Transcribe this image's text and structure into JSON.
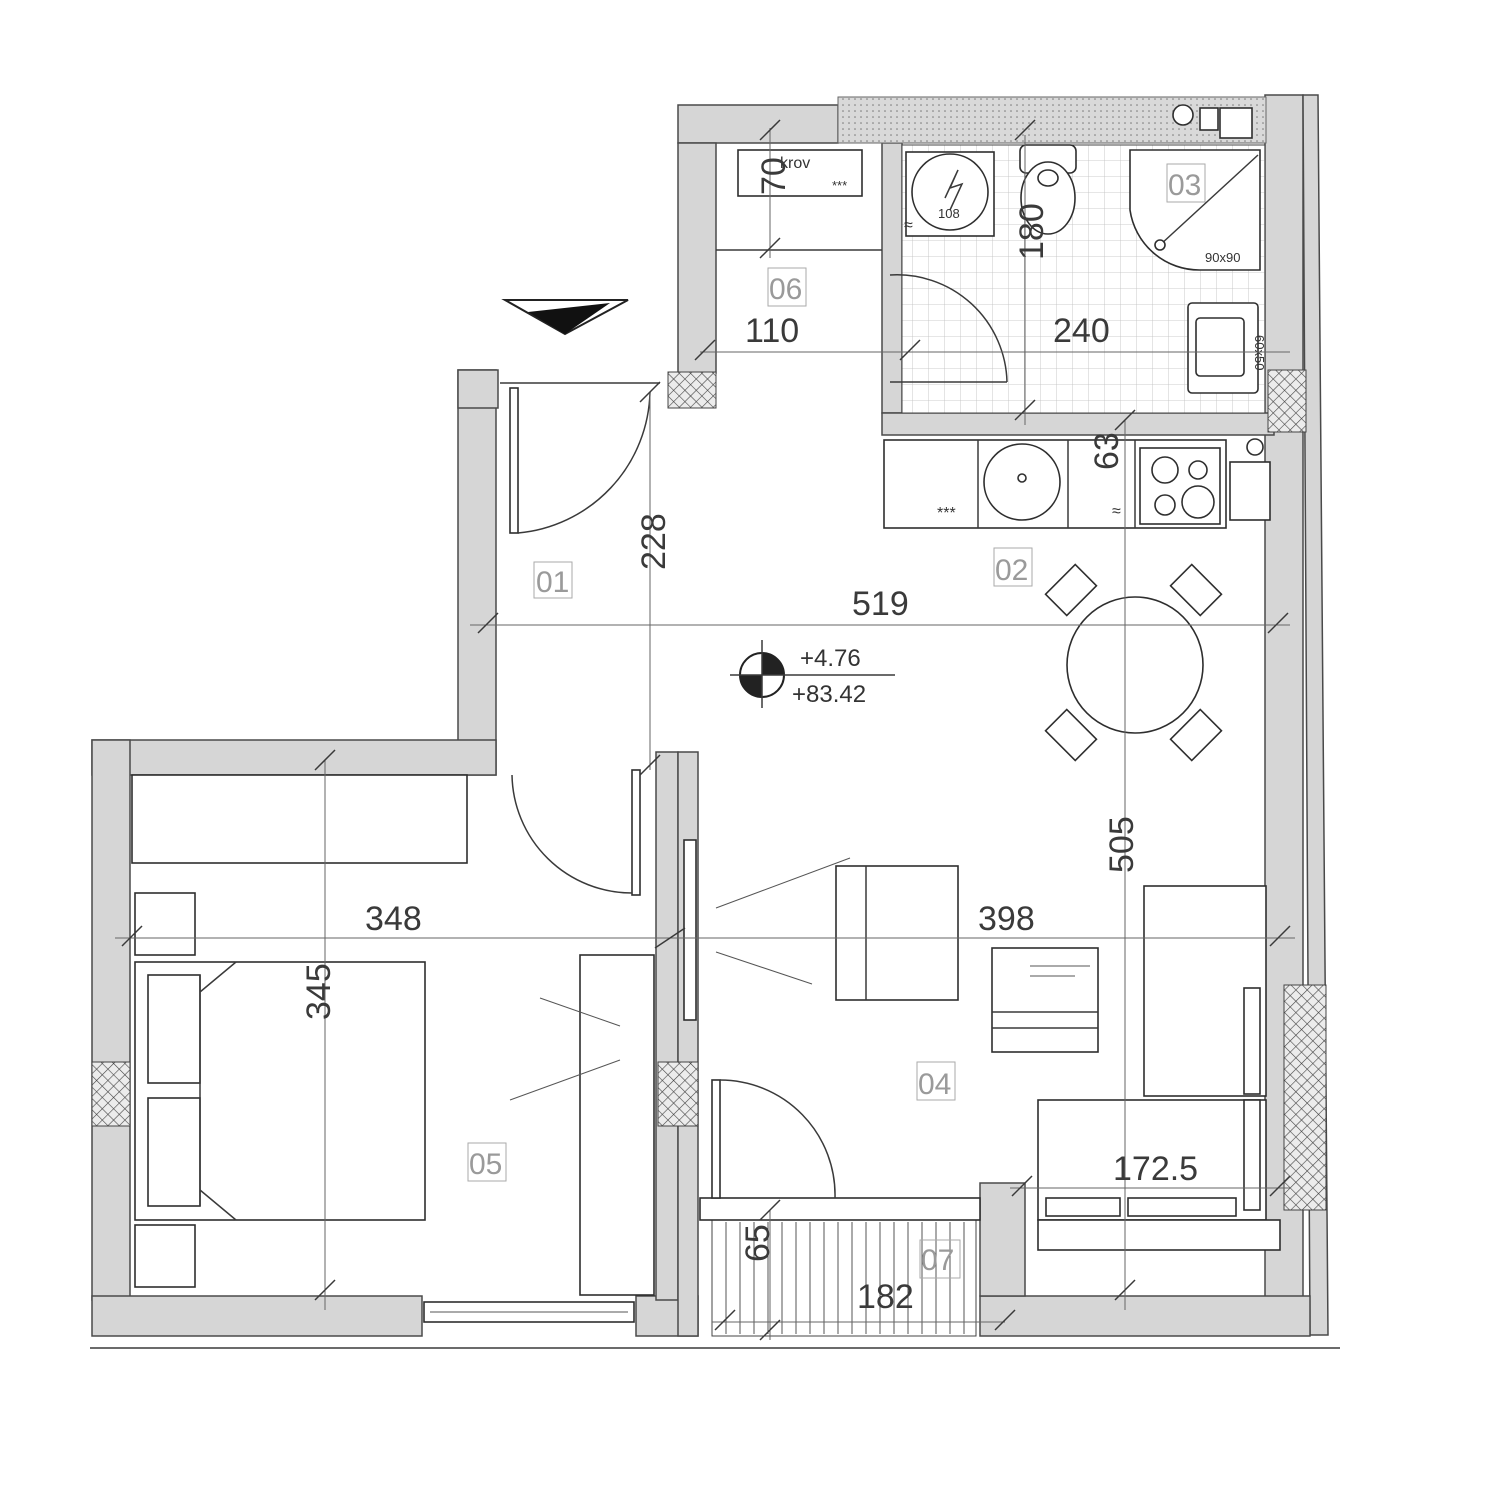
{
  "plan": {
    "dimensions": {
      "wc_width": "110",
      "wc_height": "70",
      "bath_width": "240",
      "bath_height": "180",
      "entry_height": "228",
      "kitchen_depth": "63",
      "living_width": "519",
      "living_depth": "505",
      "bedroom_width": "348",
      "bedroom_height": "345",
      "living_lower_width": "398",
      "sofa_width": "172.5",
      "balcony_width": "182",
      "balcony_depth": "65"
    },
    "rooms": {
      "r01": "01",
      "r02": "02",
      "r03": "03",
      "r04": "04",
      "r05": "05",
      "r06": "06",
      "r07": "07"
    },
    "levels": {
      "relative": "+4.76",
      "absolute": "+83.42"
    },
    "labels": {
      "roof": "krov",
      "stars_roof": "***",
      "stars_kitchen": "***",
      "boiler_size": "108",
      "shower_size": "90x90",
      "sink_size": "60x50",
      "approx_1": "≈",
      "approx_2": "≈"
    }
  }
}
